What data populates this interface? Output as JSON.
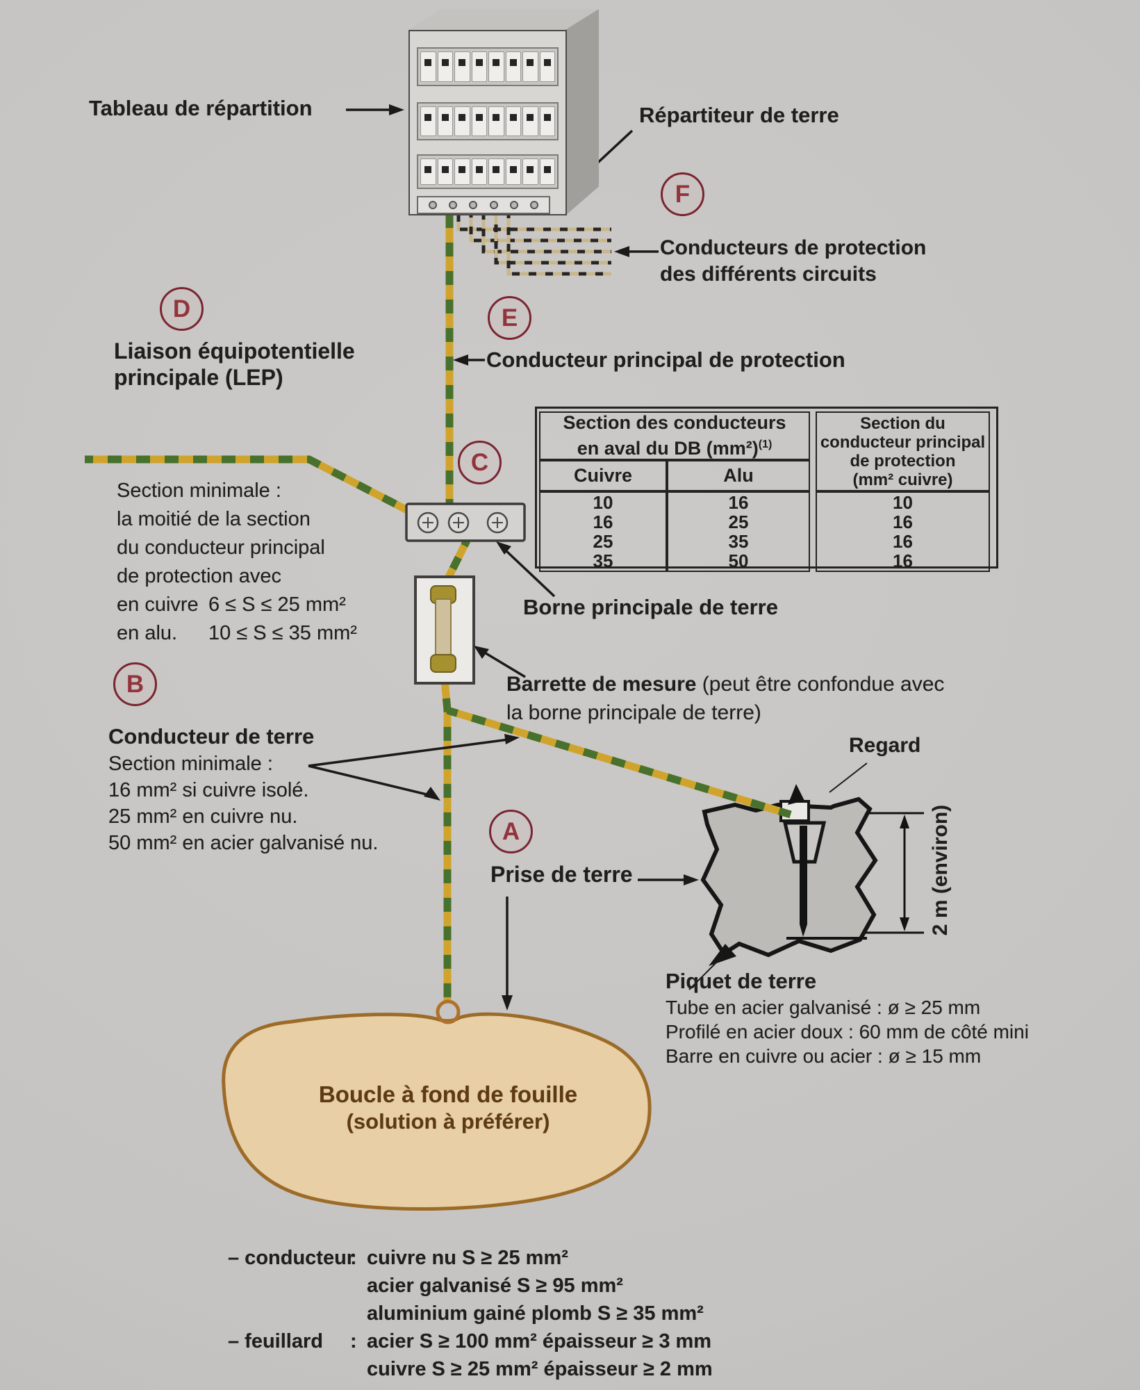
{
  "colors": {
    "page_bg": "#c6c4c2",
    "ink": "#1f1e1c",
    "accent_maroon": "#7a2530",
    "wire_yellow": "#d0a42c",
    "wire_green": "#47712c",
    "protection_wire_beige": "#c9b78c",
    "boucle_fill": "#e8cfa6",
    "boucle_stroke": "#9c6b28",
    "boucle_text": "#5e3a10",
    "earth_fill": "#bdbbb8"
  },
  "labels": {
    "tableau": "Tableau de répartition",
    "repartiteur": "Répartiteur de terre",
    "cond_prot_1": "Conducteurs de protection",
    "cond_prot_2": "des différents circuits",
    "lep_1": "Liaison équipotentielle",
    "lep_2": "principale (LEP)",
    "cond_principal": "Conducteur principal de protection",
    "borne": "Borne principale de terre",
    "barrette_bold": "Barrette de mesure",
    "barrette_rest": " (peut être confondue avec",
    "barrette_2": "la borne principale de terre)",
    "prise": "Prise de terre",
    "regard": "Regard",
    "dim": "2 m (environ)",
    "boucle_1": "Boucle à fond de fouille",
    "boucle_2": "(solution à préférer)"
  },
  "letters": {
    "a": "A",
    "b": "B",
    "c": "C",
    "d": "D",
    "e": "E",
    "f": "F"
  },
  "lep_note": {
    "lines": [
      "Section minimale :",
      "la moitié de la section",
      "du conducteur principal",
      "de protection avec"
    ],
    "cu_label": "en cuivre",
    "cu_val": "6 ≤ S ≤ 25 mm²",
    "alu_label": "en alu.",
    "alu_val": "10 ≤ S ≤ 35 mm²"
  },
  "terre": {
    "title": "Conducteur de terre",
    "lines": [
      "Section minimale :",
      "16 mm² si cuivre isolé.",
      "25 mm² en cuivre nu.",
      "50 mm² en acier galvanisé nu."
    ]
  },
  "piquet": {
    "title": "Piquet de terre",
    "lines": [
      "Tube en acier galvanisé : ø ≥ 25 mm",
      "Profilé en acier doux : 60 mm de côté mini",
      "Barre en cuivre ou acier : ø ≥ 15 mm"
    ]
  },
  "table": {
    "group_1": "Section des conducteurs",
    "group_2": "en aval du DB (mm²)",
    "group_sup": "(1)",
    "col_cuivre": "Cuivre",
    "col_alu": "Alu",
    "right": [
      "Section du",
      "conducteur principal",
      "de protection",
      "(mm² cuivre)"
    ],
    "rows": [
      [
        "10",
        "16",
        "10"
      ],
      [
        "16",
        "25",
        "16"
      ],
      [
        "25",
        "35",
        "16"
      ],
      [
        "35",
        "50",
        "16"
      ]
    ]
  },
  "specs": {
    "conducteur_label": "– conducteur",
    "colon": ":",
    "conducteur_lines": [
      "cuivre nu S ≥ 25 mm²",
      "acier galvanisé S ≥ 95 mm²",
      "aluminium gainé plomb S ≥ 35 mm²"
    ],
    "feuillard_label": "– feuillard",
    "feuillard_lines": [
      "acier S ≥ 100 mm² épaisseur ≥ 3 mm",
      "cuivre S ≥ 25 mm² épaisseur ≥ 2 mm"
    ]
  }
}
